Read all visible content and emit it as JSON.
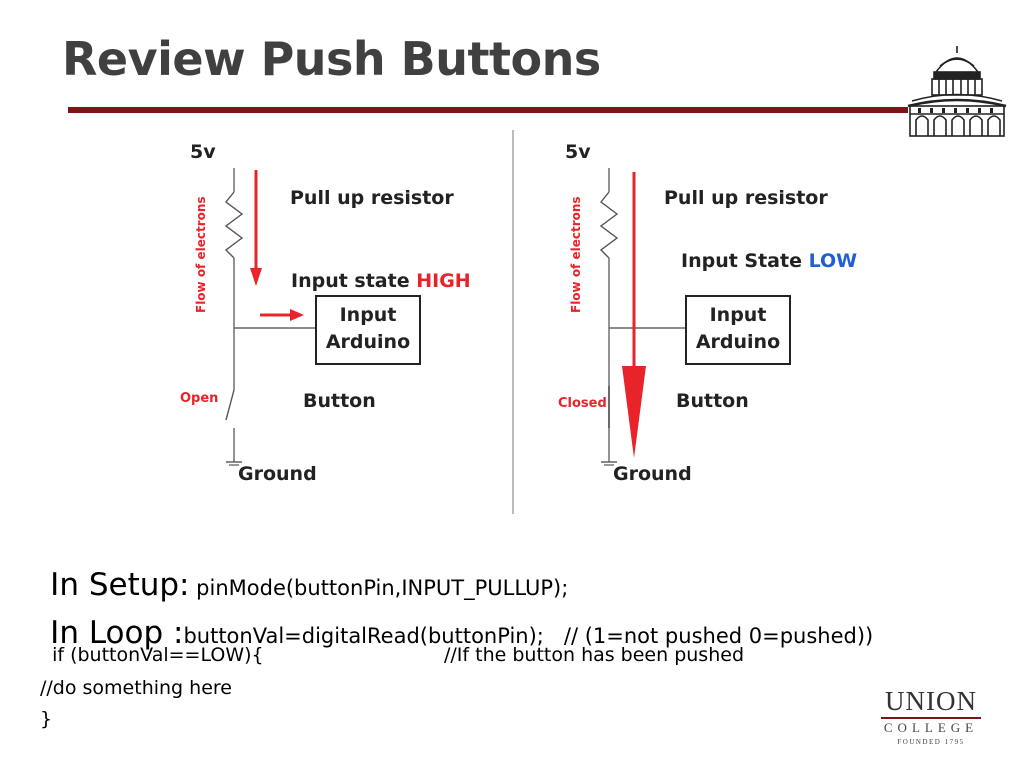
{
  "slide": {
    "title": "Review Push Buttons"
  },
  "diagram_left": {
    "supply": "5v",
    "flow_label": "Flow of electrons",
    "resistor_label": "Pull up resistor",
    "state_prefix": "Input state ",
    "state_value": "HIGH",
    "box_line1": "Input",
    "box_line2": "Arduino",
    "switch_state": "Open",
    "button_label": "Button",
    "ground_label": "Ground"
  },
  "diagram_right": {
    "supply": "5v",
    "flow_label": "Flow of electrons",
    "resistor_label": "Pull up resistor",
    "state_prefix": "Input State ",
    "state_value": "LOW",
    "box_line1": "Input",
    "box_line2": "Arduino",
    "switch_state": "Closed",
    "button_label": "Button",
    "ground_label": "Ground"
  },
  "code": {
    "setup_label": "In Setup:",
    "setup_code": " pinMode(buttonPin,INPUT_PULLUP);",
    "loop_label": "In Loop :",
    "loop_code": "buttonVal=digitalRead(buttonPin);   // (1=not pushed 0=pushed))",
    "if_code": "  if (buttonVal==LOW){",
    "if_comment": "//If the button has been pushed",
    "body_comment": "//do something here",
    "close_brace": "}"
  },
  "logo": {
    "line1": "UNION",
    "line2": "COLLEGE",
    "line3": "FOUNDED 1795"
  },
  "colors": {
    "title": "#404040",
    "accent": "#7a1518",
    "high": "#e8232a",
    "low": "#1f5fd6",
    "arrow": "#e8232a"
  }
}
